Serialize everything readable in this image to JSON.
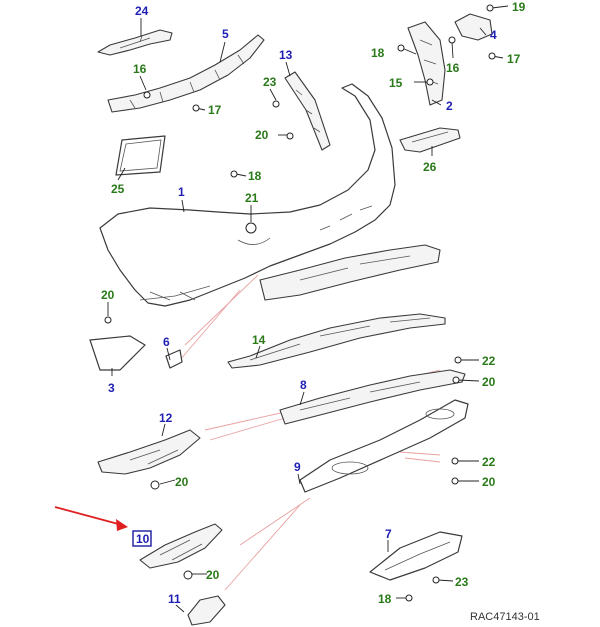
{
  "colors": {
    "assembly_callout": "#1f1fb4",
    "fastener_callout": "#2a7a1a",
    "pointer_arrow": "#e02020",
    "guide_lines": "#e8a0a0"
  },
  "reference_code": "RAC47143-01",
  "callouts": {
    "c1": "1",
    "c2": "2",
    "c3": "3",
    "c4": "4",
    "c5": "5",
    "c6": "6",
    "c7": "7",
    "c8": "8",
    "c9": "9",
    "c10": "10",
    "c11": "11",
    "c12": "12",
    "c13": "13",
    "c14": "14",
    "c15": "15",
    "c16a": "16",
    "c16b": "16",
    "c17a": "17",
    "c17b": "17",
    "c18a": "18",
    "c18b": "18",
    "c18c": "18",
    "c19": "19",
    "c20a": "20",
    "c20b": "20",
    "c20c": "20",
    "c20d": "20",
    "c20e": "20",
    "c20f": "20",
    "c21": "21",
    "c22a": "22",
    "c22b": "22",
    "c23a": "23",
    "c23b": "23",
    "c24": "24",
    "c25": "25",
    "c26": "26"
  },
  "highlighted_part": "10"
}
